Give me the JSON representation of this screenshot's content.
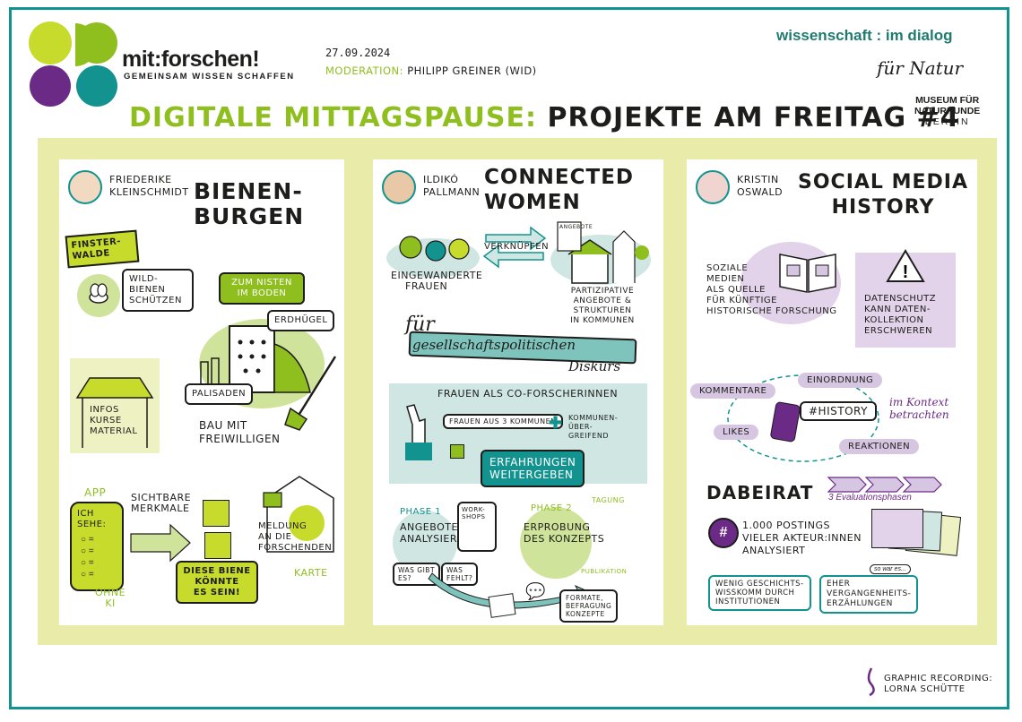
{
  "header": {
    "logo_title": "mit:forschen!",
    "logo_subtitle": "GEMEINSAM WISSEN SCHAFFEN",
    "date": "27.09.2024",
    "moderation_label": "Moderation:",
    "moderation_name": "Philipp Greiner (WiD)",
    "wid_logo": "wissenschaft : im dialog",
    "mfn_logo_line1": "MUSEUM FÜR",
    "mfn_logo_line2": "NATURKUNDE",
    "mfn_logo_line3": "BERLIN",
    "mfn_logo_script": "für Natur",
    "title_green": "Digitale Mittagspause:",
    "title_black": "Projekte am Freitag #4"
  },
  "panel1": {
    "name_line1": "Friederike",
    "name_line2": "Kleinschmidt",
    "title_line1": "Bienen-",
    "title_line2": "burgen",
    "finsterwalde_line1": "Finster-",
    "finsterwalde_line2": "walde",
    "wildbienen_line1": "Wild-",
    "wildbienen_line2": "bienen",
    "wildbienen_line3": "schützen",
    "nisten_line1": "Zum Nisten",
    "nisten_line2": "im Boden",
    "erdhuegel": "Erdhügel",
    "palisaden": "Palisaden",
    "infos_line1": "Infos",
    "infos_line2": "Kurse",
    "infos_line3": "Material",
    "bau_line1": "Bau mit",
    "bau_line2": "Freiwilligen",
    "app": "App",
    "ich_sehe_line1": "Ich",
    "ich_sehe_line2": "sehe:",
    "sichtbare_line1": "Sichtbare",
    "sichtbare_line2": "Merkmale",
    "meldung_line1": "Meldung",
    "meldung_line2": "an die",
    "meldung_line3": "Forschenden",
    "karte": "Karte",
    "biene_line1": "Diese Biene",
    "biene_line2": "könnte",
    "biene_line3": "es sein!",
    "ohne_ki_line1": "ohne",
    "ohne_ki_line2": "KI"
  },
  "panel2": {
    "name_line1": "Ildikó",
    "name_line2": "Pallmann",
    "title_line1": "Connected",
    "title_line2": "Women",
    "verknuepfen": "verknüpfen",
    "angebote_tag": "Angebote",
    "eingewanderte_line1": "Eingewanderte",
    "eingewanderte_line2": "Frauen",
    "partizipative_line1": "Partizipative",
    "partizipative_line2": "Angebote & Strukturen",
    "partizipative_line3": "in Kommunen",
    "fuer": "für",
    "banner": "gesellschaftspolitischen",
    "diskurs": "Diskurs",
    "coforscherinnen": "Frauen als Co-Forscherinnen",
    "frauen_kommunen": "Frauen aus 3 Kommunen",
    "kommunen_line1": "Kommunen-",
    "kommunen_line2": "über-",
    "kommunen_line3": "greifend",
    "erfahrungen_line1": "Erfahrungen",
    "erfahrungen_line2": "weitergeben",
    "phase1": "Phase 1",
    "phase1_line1": "Angebote",
    "phase1_line2": "analysieren",
    "workshops_line1": "Work-",
    "workshops_line2": "shops",
    "was_gibt_line1": "Was gibt",
    "was_gibt_line2": "es?",
    "was_fehlt_line1": "Was",
    "was_fehlt_line2": "fehlt?",
    "phase2": "Phase 2",
    "phase2_line1": "Erprobung",
    "phase2_line2": "des Konzepts",
    "tagung": "Tagung",
    "publikation": "Publikation",
    "formate_line1": "Formate,",
    "formate_line2": "Befragung",
    "formate_line3": "Konzepte"
  },
  "panel3": {
    "name_line1": "Kristin",
    "name_line2": "Oswald",
    "title_line1": "Social Media",
    "title_line2": "History",
    "soziale_line1": "Soziale",
    "soziale_line2": "Medien",
    "soziale_line3": "als Quelle",
    "soziale_line4": "für künftige",
    "soziale_line5": "historische Forschung",
    "datenschutz_line1": "Datenschutz",
    "datenschutz_line2": "kann Daten-",
    "datenschutz_line3": "kollektion",
    "datenschutz_line4": "erschweren",
    "kommentare": "Kommentare",
    "einordnung": "Einordnung",
    "likes": "Likes",
    "reaktionen": "Reaktionen",
    "history_tag": "#History",
    "kontext_line1": "im Kontext",
    "kontext_line2": "betrachten",
    "dabeirat": "Dabeirat",
    "evaluation": "3 Evaluationsphasen",
    "postings_line1": "1.000 Postings",
    "postings_line2": "vieler Akteur:innen",
    "postings_line3": "analysiert",
    "wenig_line1": "wenig Geschichts-",
    "wenig_line2": "wisskomm durch",
    "wenig_line3": "Institutionen",
    "eher_line1": "eher",
    "eher_line2": "Vergangenheits-",
    "eher_line3": "erzählungen",
    "so_war_es": "so war es..."
  },
  "footer": {
    "credit_line1": "Graphic Recording:",
    "credit_line2": "Lorna Schütte"
  },
  "colors": {
    "green": "#8fbf1f",
    "teal": "#12938f",
    "purple": "#6b2a86",
    "lilac": "#d7c6e2",
    "band": "#e8eca8"
  }
}
